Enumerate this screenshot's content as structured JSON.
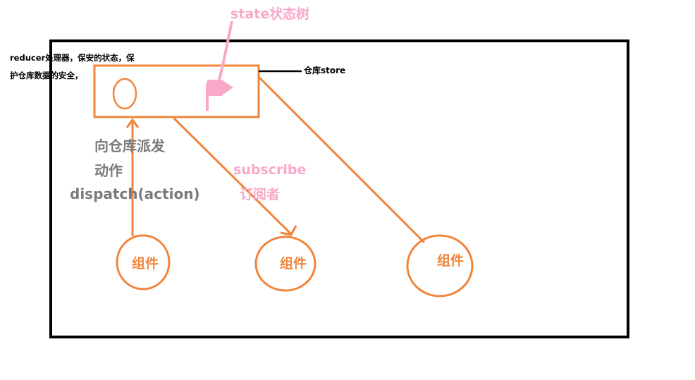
{
  "diagram": {
    "colors": {
      "orange": "#f0853a",
      "pink": "#f9a8c9",
      "gray": "#7a7a7a",
      "black": "#000000"
    },
    "state_tree_label": "state状态树",
    "reducer_note": {
      "line1": "reducer处理器，保安的状态，保",
      "line2": "护仓库数据的安全，"
    },
    "store_label": "仓库store",
    "dispatch_label": {
      "line1": "向仓库派发",
      "line2": "动作",
      "line3": "dispatch(action)"
    },
    "subscribe_label": {
      "line1": "subscribe",
      "line2": "订阅者"
    },
    "components": [
      {
        "label": "组件"
      },
      {
        "label": "组件"
      },
      {
        "label": "组件"
      }
    ]
  }
}
